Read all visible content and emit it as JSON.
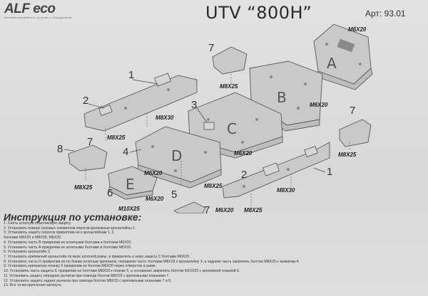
{
  "header": {
    "logo": "ALF eco",
    "logo_subtitle": "автоматизированные системы и оборудование",
    "title": "UTV “800H”",
    "article": "Арт: 93.01"
  },
  "parts": {
    "letters": [
      "A",
      "B",
      "C",
      "D",
      "E"
    ],
    "callouts": [
      "1",
      "2",
      "3",
      "4",
      "5",
      "6",
      "7",
      "8"
    ],
    "bolts": [
      "M6X20",
      "M8X25",
      "M8X30",
      "M10X25"
    ]
  },
  "instructions": {
    "title": "Инструкция по установке:",
    "steps": [
      "1. Снять штатную пластиковую защиту.",
      "2. Установить поверх силовых элементов порогов крепежные кронштейны 1.",
      "3. Установить защиту порогов приреплив ее к кронштейнам 1, 2",
      "   болтами M8X25 и M8X30, M6X20.",
      "4. Установить часть B прикрепив ее штатными болтами и болтами M6X20.",
      "5. Установить часть A прикрепив ее штатными болтами и болтами M6X20.",
      "6. Установить кронштейн 3.",
      "7. Установить крепежный кронштейн по верх штатной рамы, и прикрепить к нему защиту C болтами M6X20.",
      "8. Установить часть D прикрепив ее по бокам штатным крепежом, переднюю часть болтами M8X25 к кронштейну 3, а заднюю часть закрепить болтом M8X25 к захватам 4.",
      "9. Установить крепежную планку 5 прикрепив ее болтом M6X20 через отверстие в раме.",
      "10. Установить часть защиты E прикрепив ее болтами M8X20 к планке 5, а основание закрепить болтом M10X25 с крепежной планкой 6.",
      "11. Установить защиту передних рычагов при помощи болтов M8X25 с крепежными планками 7.",
      "12. Установить защиту задних рычагов при помощи болтов M8X25 с крепежными планками 7 и 8.",
      "13. Все точки крепления затянуть."
    ]
  }
}
